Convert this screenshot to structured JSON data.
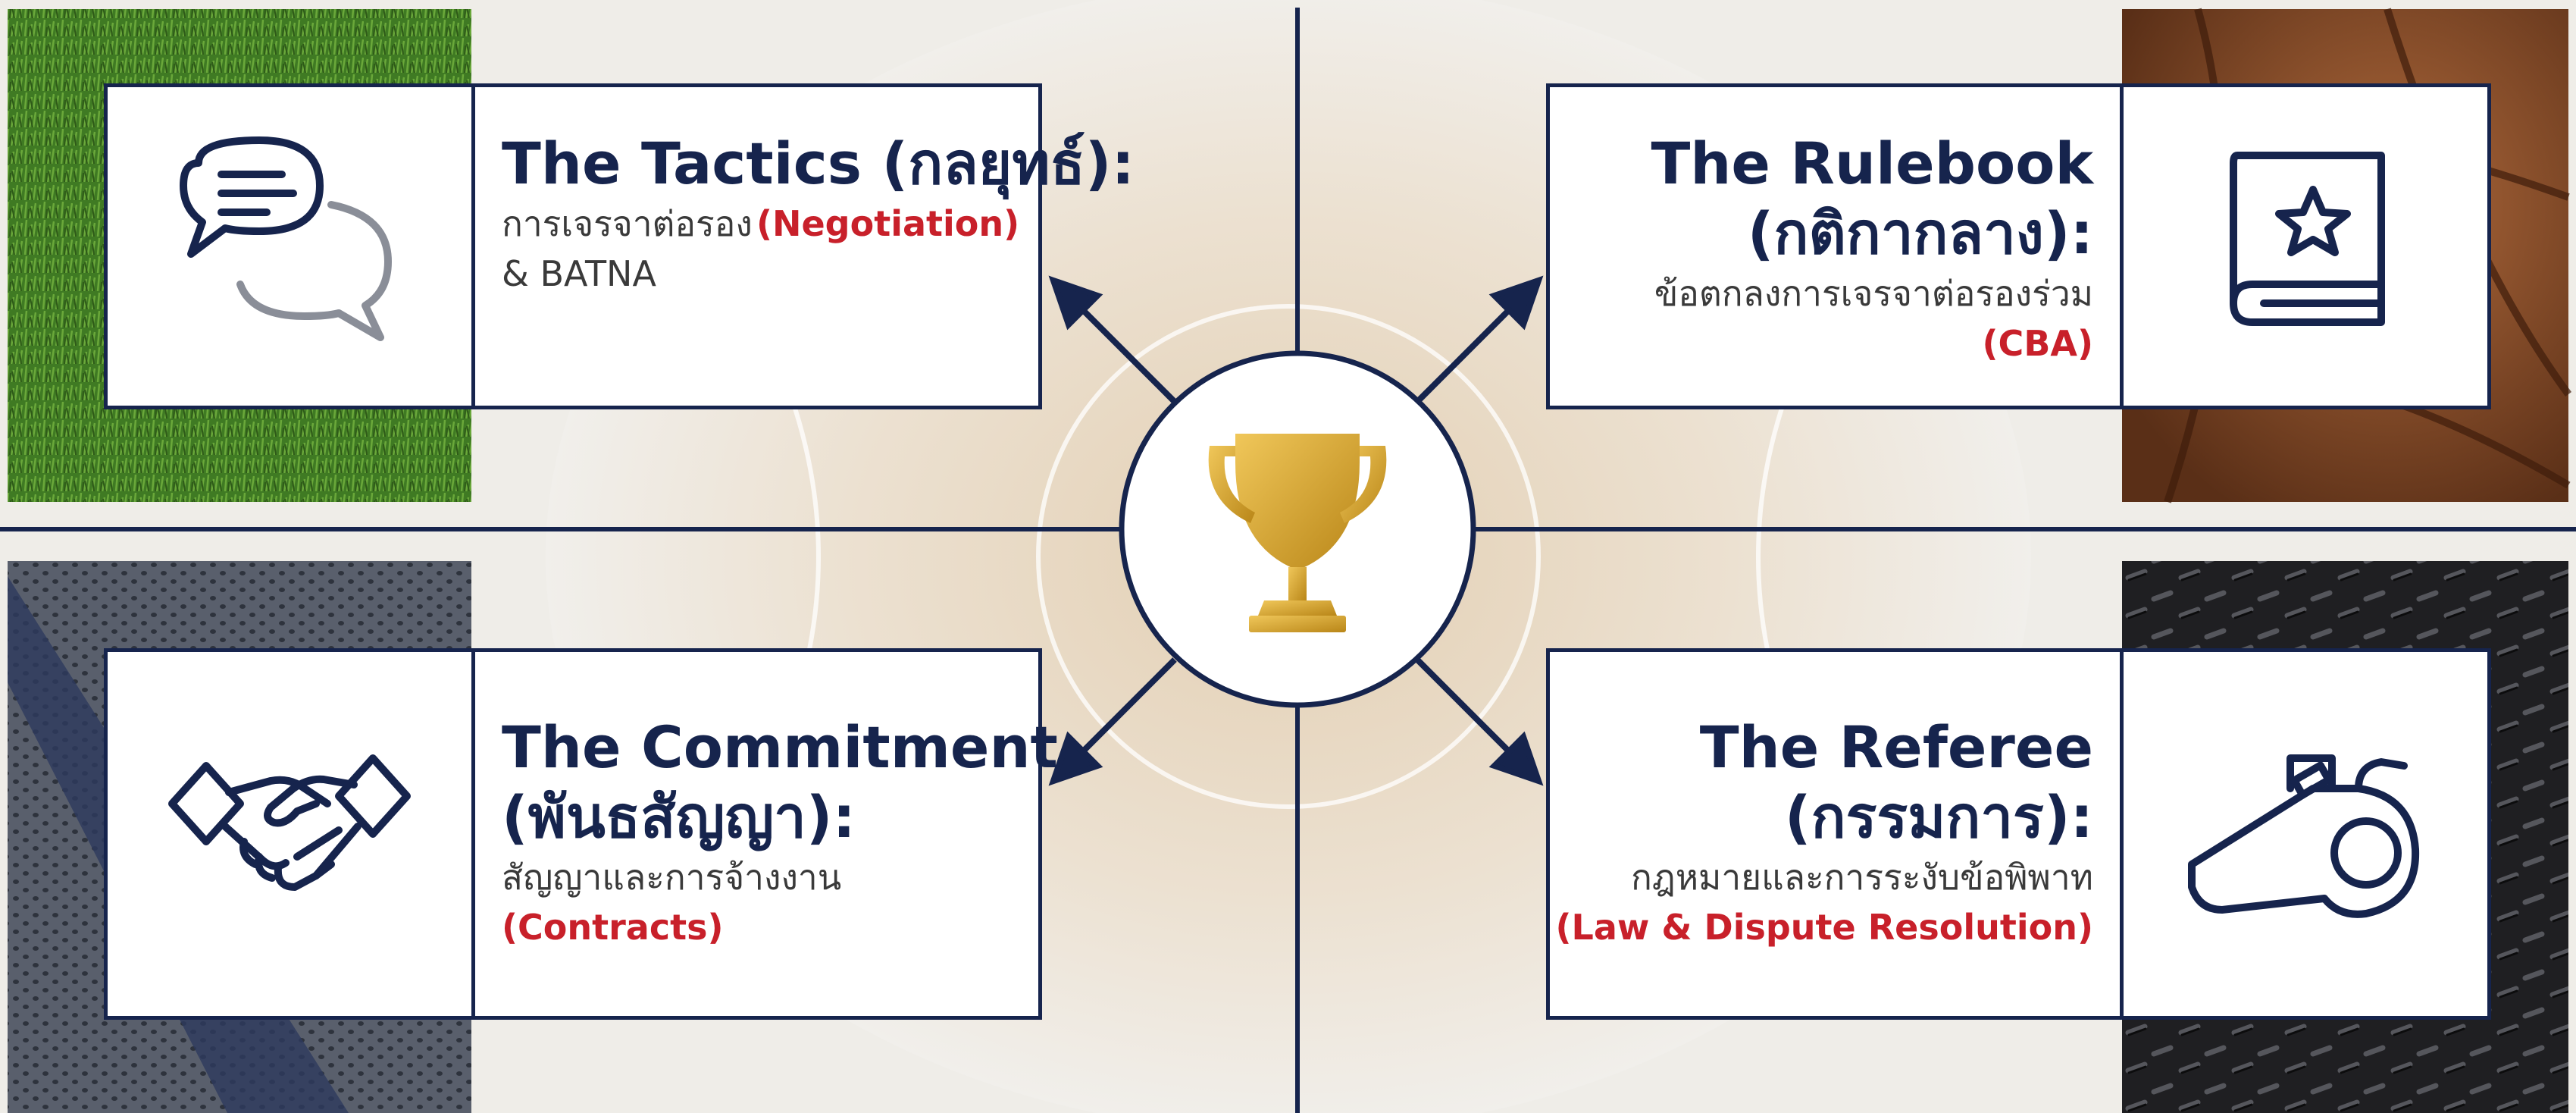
{
  "colors": {
    "navy": "#16244d",
    "accent_red": "#c8202a",
    "gold": "#d9a830",
    "background": "#efede8",
    "court_wood": "#e6d3b8"
  },
  "center": {
    "icon": "trophy-icon"
  },
  "quadrants": {
    "tactics": {
      "icon": "chat-bubbles-icon",
      "texture": "grass",
      "title_line1": "The Tactics (กลยุทธ์):",
      "desc_line1": "การเจรจาต่อรอง",
      "desc_highlight": "(Negotiation)",
      "desc_line2": "& BATNA"
    },
    "rulebook": {
      "icon": "rulebook-icon",
      "texture": "leather-ball",
      "title_line1": "The Rulebook",
      "title_line2": "(กติกากลาง):",
      "desc_line1": "ข้อตกลงการเจรจาต่อรองร่วม",
      "desc_highlight": "(CBA)"
    },
    "commitment": {
      "icon": "handshake-icon",
      "texture": "jersey-mesh",
      "title_line1": "The Commitment",
      "title_line2": "(พันธสัญญา):",
      "desc_line1": "สัญญาและการจ้างงาน",
      "desc_highlight": "(Contracts)"
    },
    "referee": {
      "icon": "whistle-icon",
      "texture": "rubber-mat",
      "title_line1": "The Referee",
      "title_line2": "(กรรมการ):",
      "desc_line1": "กฎหมายและการระงับข้อพิพาท",
      "desc_highlight": "(Law & Dispute Resolution)"
    }
  }
}
